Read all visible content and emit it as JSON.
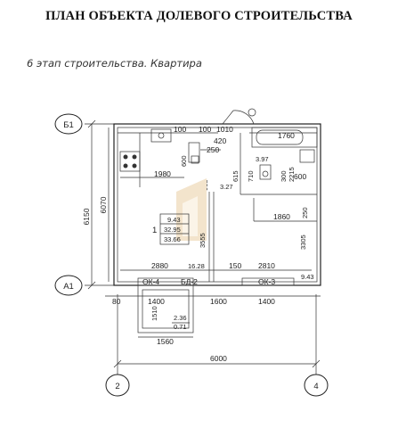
{
  "title": "ПЛАН ОБЪЕКТА ДОЛЕВОГО СТРОИТЕЛЬСТВА",
  "subtitle": "6 этап строительства. Квартира",
  "axes": {
    "b1": "Б1",
    "a1": "А1",
    "n2": "2",
    "n4": "4"
  },
  "dimensions": {
    "d100a": "100",
    "d100b": "100",
    "d1010": "1010",
    "d420": "420",
    "d1760": "1760",
    "d600a": "600",
    "d250a": "250",
    "d3_97": "3.97",
    "d615": "615",
    "d710": "710",
    "d300": "300",
    "d2215": "2215",
    "d600b": "600",
    "d1980": "1980",
    "d965": "965",
    "d3_27": "3.27",
    "d6070": "6070",
    "d6150": "6150",
    "d1860": "1860",
    "d250b": "250",
    "d3305": "3305",
    "d3555": "3555",
    "d2880": "2880",
    "d16_28": "16.28",
    "d150": "150",
    "d2810": "2810",
    "d9_43b": "9.43",
    "d80": "80",
    "d1400a": "1400",
    "d1600": "1600",
    "d1400b": "1400",
    "d1510": "1510",
    "d1560": "1560",
    "d6000": "6000"
  },
  "rooms": {
    "number": "1",
    "area_living": "9.43",
    "area_total1": "32.95",
    "area_total2": "33.66"
  },
  "balcony": {
    "area1": "2.36",
    "area2": "0.71"
  },
  "labels": {
    "ok4": "ОК-4",
    "bd2": "БД-2",
    "ok3": "ОК-3"
  }
}
